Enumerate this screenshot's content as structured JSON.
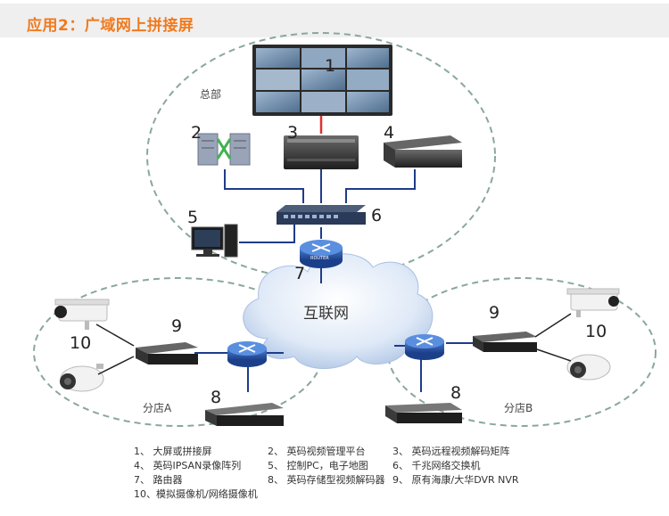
{
  "header": {
    "title": "应用2：广域网上拼接屏"
  },
  "labels": {
    "hq": "总部",
    "branch_a": "分店A",
    "branch_b": "分店B",
    "cloud": "互联网",
    "router_text": "ROUTER"
  },
  "numbers": [
    "1",
    "2",
    "3",
    "4",
    "5",
    "6",
    "7",
    "8",
    "9",
    "10"
  ],
  "legend": [
    "1、 大屏或拼接屏",
    "2、 英码视频管理平台",
    "3、 英码远程视频解码矩阵",
    "4、 英码IPSAN录像阵列",
    "5、 控制PC，电子地图",
    "6、 千兆网络交换机",
    "7、 路由器",
    "8、 英码存储型视频解码器",
    "9、 原有海康/大华DVR NVR",
    "10、模拟摄像机/网络摄像机"
  ],
  "colors": {
    "accent": "#f07a1e",
    "line": "#1f3c8a",
    "dash": "#8aa89a",
    "screen_border": "#e03030"
  }
}
